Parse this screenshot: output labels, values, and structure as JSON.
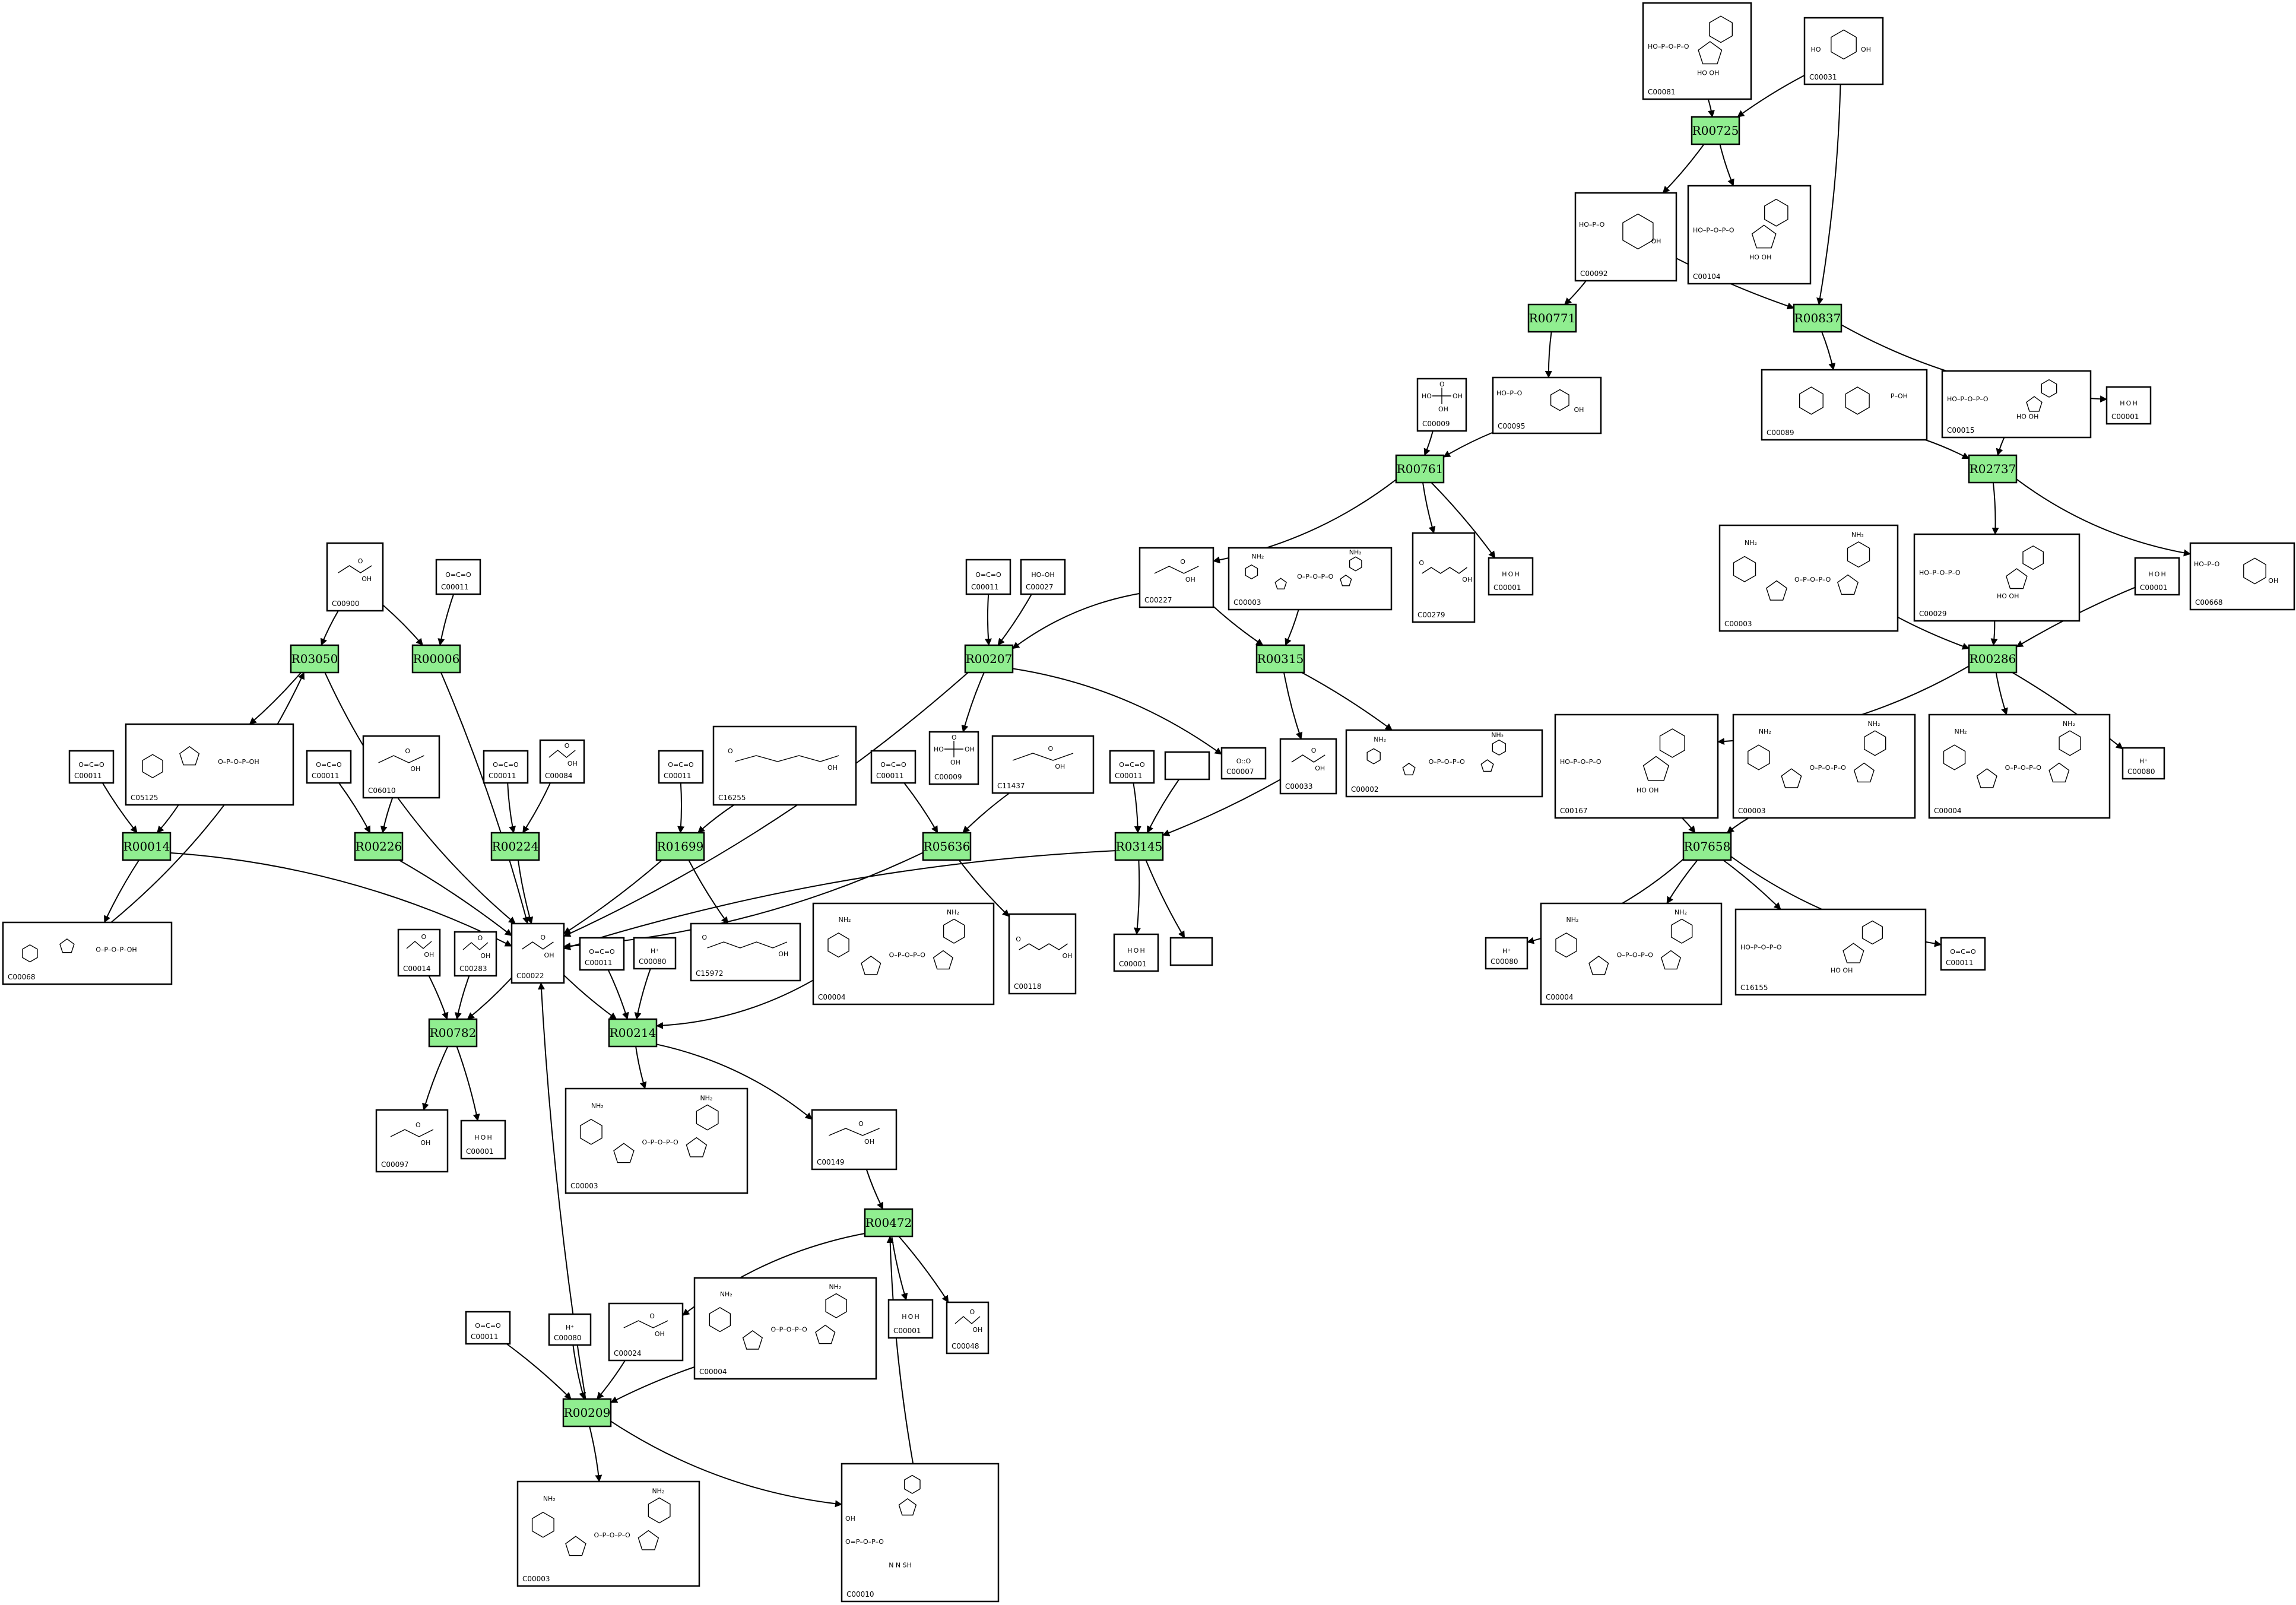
{
  "reactions": [
    {
      "id": "R00725",
      "label": "R00725"
    },
    {
      "id": "R00837",
      "label": "R00837"
    },
    {
      "id": "R00771",
      "label": "R00771"
    },
    {
      "id": "R02737",
      "label": "R02737"
    },
    {
      "id": "R00761",
      "label": "R00761"
    },
    {
      "id": "R00286",
      "label": "R00286"
    },
    {
      "id": "R03050",
      "label": "R03050"
    },
    {
      "id": "R00006",
      "label": "R00006"
    },
    {
      "id": "R00207",
      "label": "R00207"
    },
    {
      "id": "R00315",
      "label": "R00315"
    },
    {
      "id": "R00014",
      "label": "R00014"
    },
    {
      "id": "R00226",
      "label": "R00226"
    },
    {
      "id": "R00224",
      "label": "R00224"
    },
    {
      "id": "R01699",
      "label": "R01699"
    },
    {
      "id": "R05636",
      "label": "R05636"
    },
    {
      "id": "R03145",
      "label": "R03145"
    },
    {
      "id": "R07658",
      "label": "R07658"
    },
    {
      "id": "R00782",
      "label": "R00782"
    },
    {
      "id": "R00214",
      "label": "R00214"
    },
    {
      "id": "R00472",
      "label": "R00472"
    },
    {
      "id": "R00209",
      "label": "R00209"
    }
  ],
  "compounds": [
    {
      "id": "c_C00081",
      "label": "C00081",
      "formula": ""
    },
    {
      "id": "c_C00031a",
      "label": "C00031",
      "formula": ""
    },
    {
      "id": "c_C00092",
      "label": "C00092",
      "formula": ""
    },
    {
      "id": "c_C00104",
      "label": "C00104",
      "formula": ""
    },
    {
      "id": "c_C00009a",
      "label": "C00009",
      "formula": ""
    },
    {
      "id": "c_C00095",
      "label": "C00095",
      "formula": ""
    },
    {
      "id": "c_C00089",
      "label": "C00089",
      "formula": ""
    },
    {
      "id": "c_C00015",
      "label": "C00015",
      "formula": ""
    },
    {
      "id": "c_C00001a",
      "label": "C00001",
      "formula": "H O H"
    },
    {
      "id": "c_C00279",
      "label": "C00279",
      "formula": ""
    },
    {
      "id": "c_C00001b",
      "label": "C00001",
      "formula": "H O H"
    },
    {
      "id": "c_C00227",
      "label": "C00227",
      "formula": ""
    },
    {
      "id": "c_C00003a",
      "label": "C00003",
      "formula": ""
    },
    {
      "id": "c_C00003b",
      "label": "C00003",
      "formula": ""
    },
    {
      "id": "c_C00029",
      "label": "C00029",
      "formula": ""
    },
    {
      "id": "c_C00001c",
      "label": "C00001",
      "formula": "H O H"
    },
    {
      "id": "c_C00668",
      "label": "C00668",
      "formula": ""
    },
    {
      "id": "c_C00900",
      "label": "C00900",
      "formula": ""
    },
    {
      "id": "c_C00011a",
      "label": "C00011",
      "formula": "O=C=O"
    },
    {
      "id": "c_C00011b",
      "label": "C00011",
      "formula": "O=C=O"
    },
    {
      "id": "c_C00027",
      "label": "C00027",
      "formula": "HO–OH"
    },
    {
      "id": "c_C00009b",
      "label": "C00009",
      "formula": ""
    },
    {
      "id": "c_C00007",
      "label": "C00007",
      "formula": "O::O"
    },
    {
      "id": "c_C11437",
      "label": "C11437",
      "formula": ""
    },
    {
      "id": "c_C00033",
      "label": "C00033",
      "formula": ""
    },
    {
      "id": "c_C00002",
      "label": "C00002",
      "formula": ""
    },
    {
      "id": "c_C00167",
      "label": "C00167",
      "formula": ""
    },
    {
      "id": "c_C00003c",
      "label": "C00003",
      "formula": ""
    },
    {
      "id": "c_C00004a",
      "label": "C00004",
      "formula": ""
    },
    {
      "id": "c_C00080a",
      "label": "C00080",
      "formula": "H⁺"
    },
    {
      "id": "c_C00011c",
      "label": "C00011",
      "formula": "O=C=O"
    },
    {
      "id": "c_C05125",
      "label": "C05125",
      "formula": ""
    },
    {
      "id": "c_C00011d",
      "label": "C00011",
      "formula": "O=C=O"
    },
    {
      "id": "c_C06010",
      "label": "C06010",
      "formula": ""
    },
    {
      "id": "c_C00011e",
      "label": "C00011",
      "formula": "O=C=O"
    },
    {
      "id": "c_C00084",
      "label": "C00084",
      "formula": ""
    },
    {
      "id": "c_C00011f",
      "label": "C00011",
      "formula": "O=C=O"
    },
    {
      "id": "c_C16255",
      "label": "C16255",
      "formula": ""
    },
    {
      "id": "c_C00011g",
      "label": "C00011",
      "formula": "O=C=O"
    },
    {
      "id": "c_C00011h",
      "label": "C00011",
      "formula": "O=C=O"
    },
    {
      "id": "c_blank1",
      "label": "",
      "formula": ""
    },
    {
      "id": "c_C00068",
      "label": "C00068",
      "formula": ""
    },
    {
      "id": "c_C00022",
      "label": "C00022",
      "formula": ""
    },
    {
      "id": "c_C00014",
      "label": "C00014",
      "formula": ""
    },
    {
      "id": "c_C00283",
      "label": "C00283",
      "formula": ""
    },
    {
      "id": "c_C15972",
      "label": "C15972",
      "formula": ""
    },
    {
      "id": "c_C00004b",
      "label": "C00004",
      "formula": ""
    },
    {
      "id": "c_C00118",
      "label": "C00118",
      "formula": ""
    },
    {
      "id": "c_C00001d",
      "label": "C00001",
      "formula": "H O H"
    },
    {
      "id": "c_blank2",
      "label": "",
      "formula": ""
    },
    {
      "id": "c_C00080b",
      "label": "C00080",
      "formula": "H⁺"
    },
    {
      "id": "c_C00004c",
      "label": "C00004",
      "formula": ""
    },
    {
      "id": "c_C16155",
      "label": "C16155",
      "formula": ""
    },
    {
      "id": "c_C00011i",
      "label": "C00011",
      "formula": "O=C=O"
    },
    {
      "id": "c_C00011j",
      "label": "C00011",
      "formula": "O=C=O"
    },
    {
      "id": "c_C00080c",
      "label": "C00080",
      "formula": "H⁺"
    },
    {
      "id": "c_C00097",
      "label": "C00097",
      "formula": ""
    },
    {
      "id": "c_C00001e",
      "label": "C00001",
      "formula": "H O H"
    },
    {
      "id": "c_C00003d",
      "label": "C00003",
      "formula": ""
    },
    {
      "id": "c_C00149",
      "label": "C00149",
      "formula": ""
    },
    {
      "id": "c_C00001f",
      "label": "C00001",
      "formula": "H O H"
    },
    {
      "id": "c_C00048",
      "label": "C00048",
      "formula": ""
    },
    {
      "id": "c_C00011k",
      "label": "C00011",
      "formula": "O=C=O"
    },
    {
      "id": "c_C00080d",
      "label": "C00080",
      "formula": "H⁺"
    },
    {
      "id": "c_C00024",
      "label": "C00024",
      "formula": ""
    },
    {
      "id": "c_C00004d",
      "label": "C00004",
      "formula": ""
    },
    {
      "id": "c_C00003e",
      "label": "C00003",
      "formula": ""
    },
    {
      "id": "c_C00010",
      "label": "C00010",
      "formula": ""
    }
  ],
  "edges": [
    [
      "c_C00081",
      "R00725"
    ],
    [
      "c_C00031a",
      "R00725"
    ],
    [
      "R00725",
      "c_C00092"
    ],
    [
      "R00725",
      "c_C00104"
    ],
    [
      "c_C00031a",
      "R00837"
    ],
    [
      "c_C00092",
      "R00837"
    ],
    [
      "R00837",
      "c_C00089"
    ],
    [
      "R00837",
      "c_C00001a"
    ],
    [
      "c_C00092",
      "R00771"
    ],
    [
      "R00771",
      "c_C00095"
    ],
    [
      "c_C00089",
      "R02737"
    ],
    [
      "c_C00015",
      "R02737"
    ],
    [
      "R02737",
      "c_C00029"
    ],
    [
      "R02737",
      "c_C00668"
    ],
    [
      "c_C00009a",
      "R00761"
    ],
    [
      "c_C00095",
      "R00761"
    ],
    [
      "R00761",
      "c_C00227"
    ],
    [
      "R00761",
      "c_C00279"
    ],
    [
      "R00761",
      "c_C00001b"
    ],
    [
      "c_C00003b",
      "R00286"
    ],
    [
      "c_C00029",
      "R00286"
    ],
    [
      "c_C00001c",
      "R00286"
    ],
    [
      "R00286",
      "c_C00167"
    ],
    [
      "R00286",
      "c_C00004a"
    ],
    [
      "R00286",
      "c_C00080a"
    ],
    [
      "c_C00900",
      "R03050"
    ],
    [
      "R03050",
      "c_C05125"
    ],
    [
      "R03050",
      "c_C00022"
    ],
    [
      "c_C00900",
      "R00006"
    ],
    [
      "c_C00011a",
      "R00006"
    ],
    [
      "R00006",
      "c_C00022"
    ],
    [
      "c_C00011b",
      "R00207"
    ],
    [
      "c_C00027",
      "R00207"
    ],
    [
      "c_C00227",
      "R00207"
    ],
    [
      "R00207",
      "c_C00022"
    ],
    [
      "R00207",
      "c_C00009b"
    ],
    [
      "R00207",
      "c_C00007"
    ],
    [
      "c_C00227",
      "R00315"
    ],
    [
      "c_C00003a",
      "R00315"
    ],
    [
      "R00315",
      "c_C00033"
    ],
    [
      "R00315",
      "c_C00002"
    ],
    [
      "c_C00011c",
      "R00014"
    ],
    [
      "c_C05125",
      "R00014"
    ],
    [
      "R00014",
      "c_C00068"
    ],
    [
      "R00014",
      "c_C00022"
    ],
    [
      "c_C00068",
      "R03050"
    ],
    [
      "c_C00011d",
      "R00226"
    ],
    [
      "c_C06010",
      "R00226"
    ],
    [
      "R00226",
      "c_C00022"
    ],
    [
      "c_C00011e",
      "R00224"
    ],
    [
      "c_C00084",
      "R00224"
    ],
    [
      "R00224",
      "c_C00022"
    ],
    [
      "c_C00011f",
      "R01699"
    ],
    [
      "c_C16255",
      "R01699"
    ],
    [
      "R01699",
      "c_C00022"
    ],
    [
      "R01699",
      "c_C15972"
    ],
    [
      "c_C00011g",
      "R05636"
    ],
    [
      "c_C11437",
      "R05636"
    ],
    [
      "R05636",
      "c_C00022"
    ],
    [
      "R05636",
      "c_C00118"
    ],
    [
      "c_C00011h",
      "R03145"
    ],
    [
      "c_blank1",
      "R03145"
    ],
    [
      "c_C00033",
      "R03145"
    ],
    [
      "R03145",
      "c_C00022"
    ],
    [
      "R03145",
      "c_C00001d"
    ],
    [
      "R03145",
      "c_blank2"
    ],
    [
      "c_C00167",
      "R07658"
    ],
    [
      "c_C00003c",
      "R07658"
    ],
    [
      "R07658",
      "c_C00080b"
    ],
    [
      "R07658",
      "c_C00004c"
    ],
    [
      "R07658",
      "c_C16155"
    ],
    [
      "R07658",
      "c_C00011i"
    ],
    [
      "c_C00014",
      "R00782"
    ],
    [
      "c_C00283",
      "R00782"
    ],
    [
      "c_C00022",
      "R00782"
    ],
    [
      "R00782",
      "c_C00097"
    ],
    [
      "R00782",
      "c_C00001e"
    ],
    [
      "c_C00022",
      "R00214"
    ],
    [
      "c_C00011j",
      "R00214"
    ],
    [
      "c_C00080c",
      "R00214"
    ],
    [
      "c_C00004b",
      "R00214"
    ],
    [
      "R00214",
      "c_C00003d"
    ],
    [
      "R00214",
      "c_C00149"
    ],
    [
      "c_C00149",
      "R00472"
    ],
    [
      "c_C00010",
      "R00472"
    ],
    [
      "R00472",
      "c_C00001f"
    ],
    [
      "R00472",
      "c_C00048"
    ],
    [
      "R00472",
      "c_C00024"
    ],
    [
      "c_C00011k",
      "R00209"
    ],
    [
      "c_C00080d",
      "R00209"
    ],
    [
      "c_C00024",
      "R00209"
    ],
    [
      "c_C00004d",
      "R00209"
    ],
    [
      "R00209",
      "c_C00003e"
    ],
    [
      "R00209",
      "c_C00010"
    ],
    [
      "R00209",
      "c_C00022"
    ]
  ]
}
